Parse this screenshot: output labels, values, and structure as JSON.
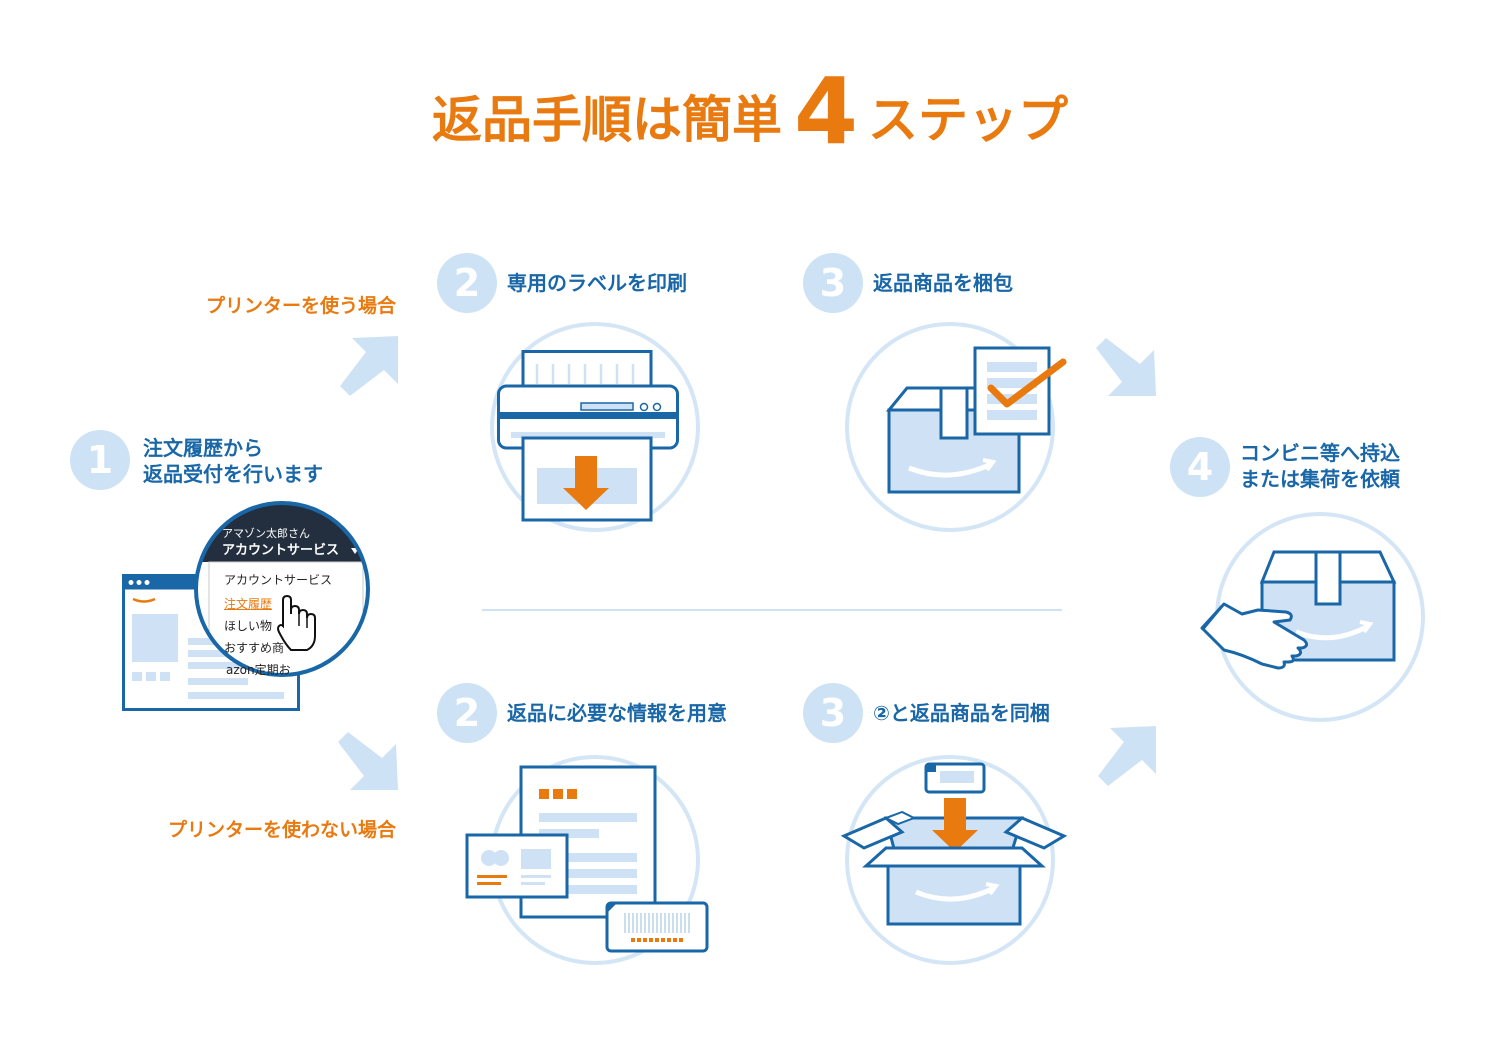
{
  "title": {
    "main": "返品手順は簡単",
    "number": "4",
    "suffix": "ステップ"
  },
  "routes": {
    "with_printer": "プリンターを使う場合",
    "without_printer": "プリンターを使わない場合"
  },
  "step1": {
    "number": "1",
    "line1": "注文履歴から",
    "line2": "返品受付を行います",
    "menu": {
      "user": "アマゾン太郎さん",
      "header": "アカウントサービス",
      "items": [
        "アカウントサービス",
        "注文履歴",
        "ほしい物",
        "おすすめ商",
        "azon定期お"
      ]
    }
  },
  "step2_printer": {
    "number": "2",
    "label": "専用のラベルを印刷"
  },
  "step3_printer": {
    "number": "3",
    "label": "返品商品を梱包"
  },
  "step2_noprinter": {
    "number": "2",
    "label": "返品に必要な情報を用意"
  },
  "step3_noprinter": {
    "number": "3",
    "label": "②と返品商品を同梱"
  },
  "step4": {
    "number": "4",
    "line1": "コンビニ等へ持込",
    "line2": "または集荷を依頼"
  },
  "colors": {
    "orange": "#e87a10",
    "blue": "#1a67a8",
    "light_blue": "#cde2f5",
    "fill_blue": "#cfe2f5"
  }
}
